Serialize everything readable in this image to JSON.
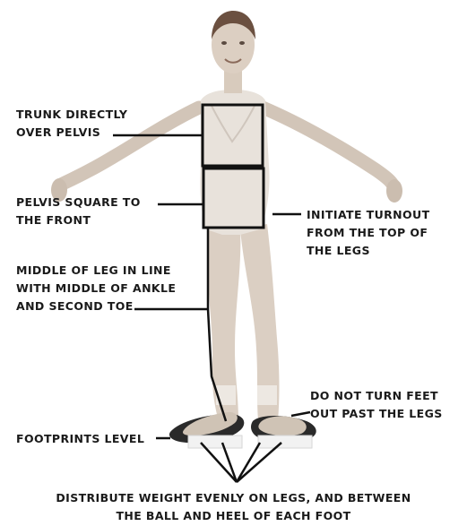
{
  "labels": {
    "trunk": [
      "TRUNK DIRECTLY",
      "OVER PELVIS"
    ],
    "pelvis": [
      "PELVIS SQUARE TO",
      "THE FRONT"
    ],
    "turnout": [
      "INITIATE TURNOUT",
      "FROM THE TOP OF",
      "THE LEGS"
    ],
    "middle_leg": [
      "MIDDLE OF LEG IN LINE",
      "WITH MIDDLE OF ANKLE",
      "AND SECOND TOE"
    ],
    "feet": [
      "DO NOT TURN FEET",
      "OUT PAST THE LEGS"
    ],
    "footprints": "FOOTPRINTS LEVEL",
    "weight": [
      "DISTRIBUTE WEIGHT EVENLY ON LEGS, AND BETWEEN",
      "THE BALL AND HEEL OF EACH FOOT"
    ]
  },
  "colors": {
    "skin": "#d9cdc1",
    "leotard": "#e9e4de",
    "hair": "#6b5040",
    "lines": "#111111",
    "text": "#1a1a1a"
  }
}
